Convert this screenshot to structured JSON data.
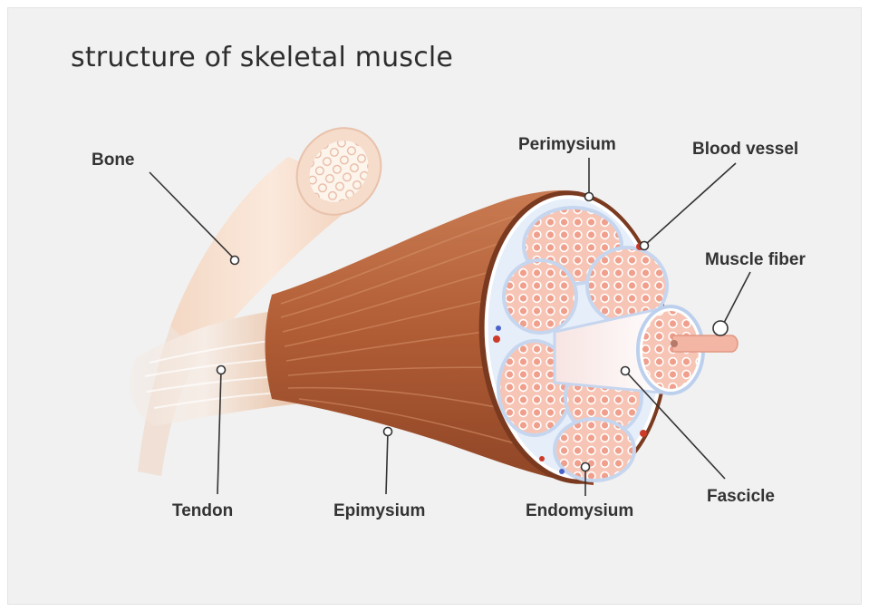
{
  "title": "structure of skeletal muscle",
  "labels": {
    "bone": "Bone",
    "tendon": "Tendon",
    "epimysium": "Epimysium",
    "perimysium": "Perimysium",
    "endomysium": "Endomysium",
    "blood_vessel": "Blood vessel",
    "muscle_fiber": "Muscle fiber",
    "fascicle": "Fascicle"
  },
  "colors": {
    "background": "#f1f1f1",
    "muscle": "#b8643a",
    "fascicle": "#f0b7a7",
    "connective": "#ffffff",
    "leader_line": "#333333"
  }
}
